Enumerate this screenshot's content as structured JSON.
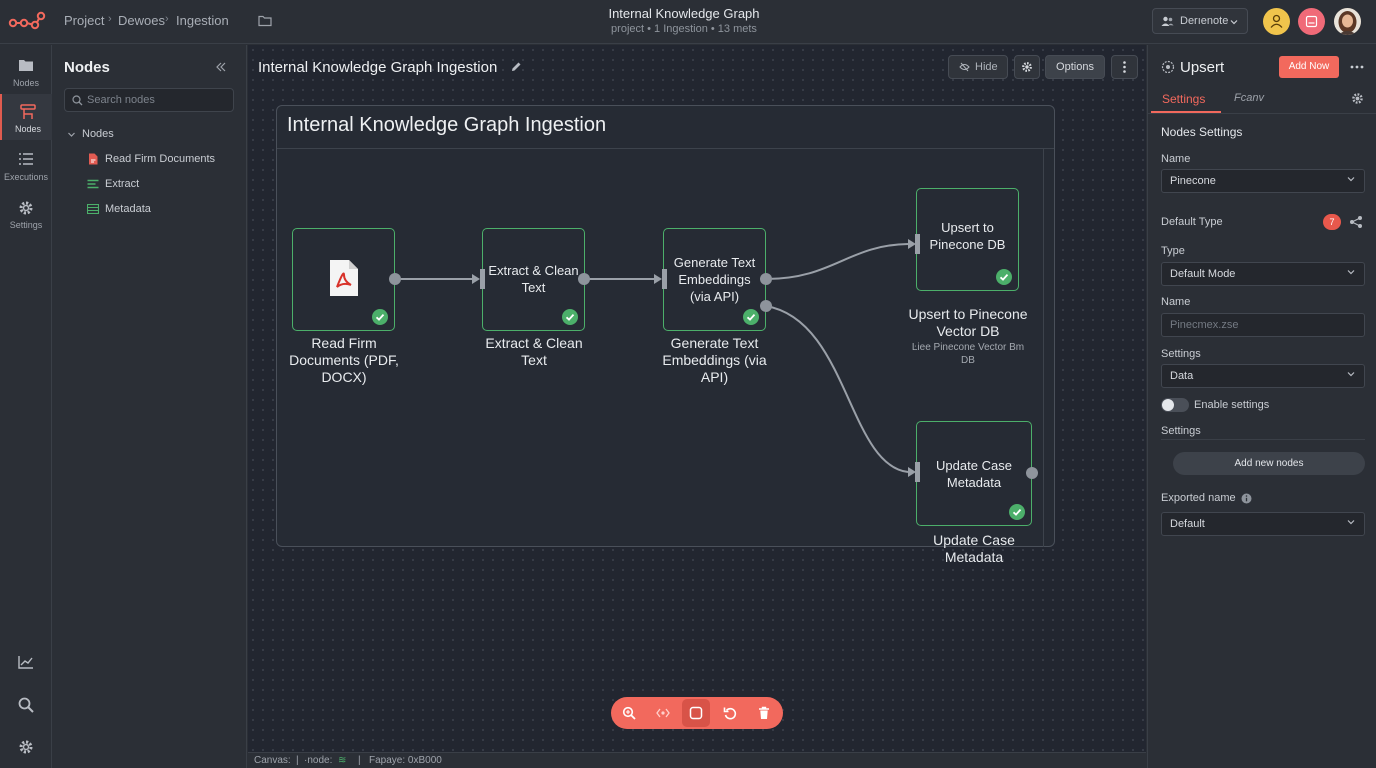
{
  "topbar": {
    "breadcrumbs": [
      "Project",
      "Dewoes",
      "Ingestion"
    ],
    "title": "Internal Knowledge Graph",
    "subtitle": "project • 1 Ingestion • 13 mets",
    "share_label": "Derıenote"
  },
  "rail": {
    "items": [
      {
        "label": "Nodes",
        "icon": "folder-icon"
      },
      {
        "label": "Nodes",
        "icon": "workflow-icon"
      },
      {
        "label": "Executions",
        "icon": "list-icon"
      },
      {
        "label": "Settings",
        "icon": "gear-icon"
      }
    ]
  },
  "nodes_panel": {
    "title": "Nodes",
    "search_placeholder": "Search nodes",
    "root_label": "Nodes",
    "items": [
      {
        "label": "Read Firm Documents",
        "icon": "pdf-file-icon"
      },
      {
        "label": "Extract",
        "icon": "lines-icon"
      },
      {
        "label": "Metadata",
        "icon": "table-icon"
      }
    ]
  },
  "canvas": {
    "title": "Internal Knowledge Graph Ingestion",
    "hide_label": "Hide",
    "options_label": "Options",
    "frame_title": "Internal Knowledge Graph Ingestion",
    "nodes": [
      {
        "text": "",
        "caption": "Read Firm Documents (PDF, DOCX)",
        "sub": ""
      },
      {
        "text": "Extract & Clean Text",
        "caption": "Extract & Clean Text",
        "sub": ""
      },
      {
        "text": "Generate Text Embeddings (via API)",
        "caption": "Generate Text Embeddings (via API)",
        "sub": ""
      },
      {
        "text": "Upsert to Pinecone DB",
        "caption": "Upsert to Pinecone Vector DB",
        "sub": "Ŀiee Pinecone Vector Bm DB"
      },
      {
        "text": "Update Case Metadata",
        "caption": "Update Case Metadata",
        "sub": ""
      }
    ],
    "status": {
      "canvas_label": "Canvas:",
      "canvas_value": "|",
      "node_label": "·node:",
      "node_value": "≋",
      "sep": "|",
      "version": "Fapaye: 0xB000"
    }
  },
  "right_panel": {
    "title": "Upsert",
    "add_button": "Add Now",
    "tabs": [
      "Settings",
      "Fcanv"
    ],
    "section_title": "Nodes Settings",
    "name_label": "Name",
    "name_value": "Pinecone",
    "default_type_label": "Default Type",
    "default_type_badge": "7",
    "type_label": "Type",
    "type_value": "Default Mode",
    "name2_label": "Name",
    "name2_placeholder": "Pinecmex.zse",
    "settings_label": "Settings",
    "settings_value": "Data",
    "toggle_label": "Enable settings",
    "toggle_on": false,
    "settings2_label": "Settings",
    "add_nodes_button": "Add new nodes",
    "exported_label": "Exported name",
    "exported_value": "Default"
  },
  "colors": {
    "accent": "#f2695d",
    "success": "#4caf6a",
    "canvas_bg": "#222630"
  }
}
